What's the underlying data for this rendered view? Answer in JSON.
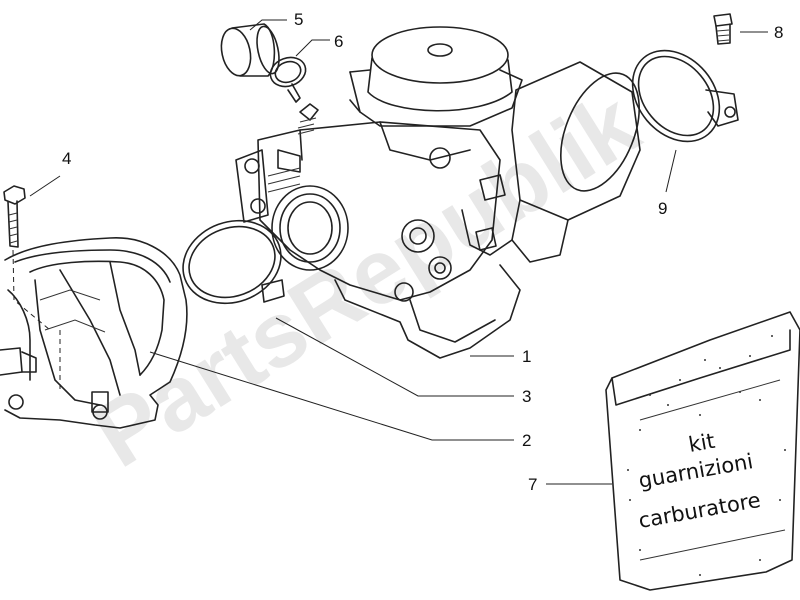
{
  "watermark": "PartsRepublik",
  "callouts": {
    "c1": "1",
    "c2": "2",
    "c3": "3",
    "c4": "4",
    "c5": "5",
    "c6": "6",
    "c7": "7",
    "c8": "8",
    "c9": "9"
  },
  "kit_bag": {
    "line1": "kit",
    "line2": "guarnizioni",
    "line3": "carburatore"
  },
  "colors": {
    "line": "#222222",
    "watermark": "#d6d6d6",
    "background": "#ffffff"
  }
}
